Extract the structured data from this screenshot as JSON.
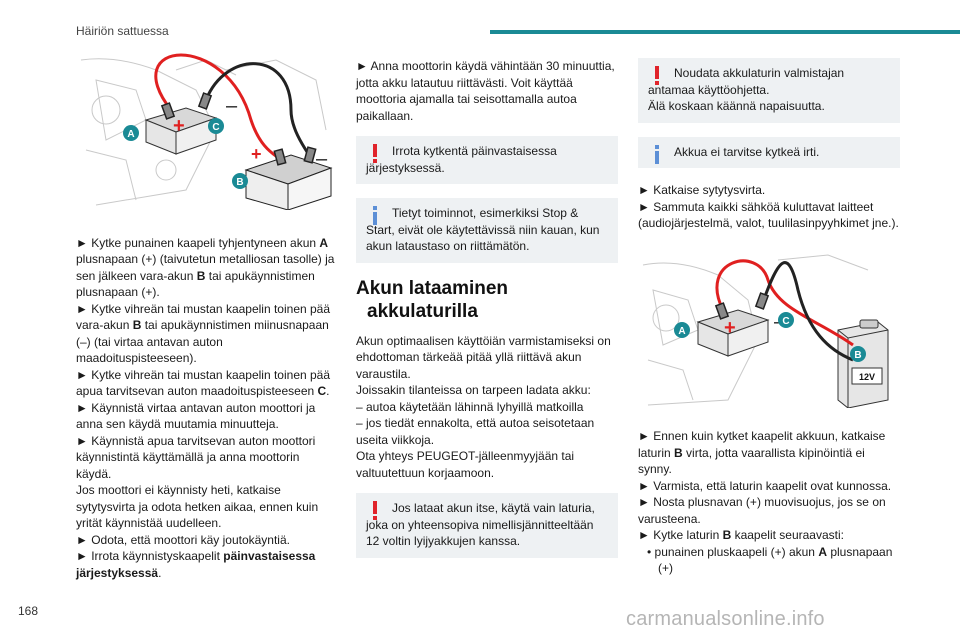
{
  "header": {
    "title": "Häiriön sattuessa",
    "accent": "#1a8a95"
  },
  "page_number": "168",
  "watermark": "carmanualsonline.info",
  "figure1": {
    "label_a": "A",
    "label_b": "B",
    "label_c": "C",
    "plus": "+",
    "minus": "–"
  },
  "figure2": {
    "label_a": "A",
    "label_b": "B",
    "label_c": "C",
    "plus": "+",
    "minus": "–",
    "charger_voltage": "12V"
  },
  "col1": {
    "s1_pre": "► Kytke punainen kaapeli tyhjentyneen akun ",
    "s1_b1": "A",
    "s1_mid": " plusnapaan (+) (taivutetun metalliosan tasolle) ja sen jälkeen vara-akun ",
    "s1_b2": "B",
    "s1_post": " tai apukäynnistimen plusnapaan (+).",
    "s2_pre": "► Kytke vihreän tai mustan kaapelin toinen pää vara-akun ",
    "s2_b": "B",
    "s2_post": " tai apukäynnistimen miinusnapaan (–) (tai virtaa antavan auton maadoituspisteeseen).",
    "s3_pre": "► Kytke vihreän tai mustan kaapelin toinen pää apua tarvitsevan auton maadoituspisteeseen ",
    "s3_b": "C",
    "s3_post": ".",
    "s4": "► Käynnistä virtaa antavan auton moottori ja anna sen käydä muutamia minuutteja.",
    "s5": "► Käynnistä apua tarvitsevan auton moottori käynnistintä käyttämällä ja anna moottorin käydä.",
    "s6": "Jos moottori ei käynnisty heti, katkaise sytytysvirta ja odota hetken aikaa, ennen kuin yrität käynnistää uudelleen.",
    "s7": "► Odota, että moottori käy joutokäyntiä.",
    "s8_pre": "► Irrota käynnistyskaapelit ",
    "s8_b": "päinvastaisessa järjestyksessä",
    "s8_post": "."
  },
  "col2": {
    "p1": "► Anna moottorin käydä vähintään 30 minuuttia, jotta akku latautuu riittävästi. Voit käyttää moottoria ajamalla tai seisottamalla autoa paikallaan.",
    "warn1": "Irrota kytkentä päinvastaisessa järjestyksessä.",
    "info1": "Tietyt toiminnot, esimerkiksi Stop & Start, eivät ole käytettävissä niin kauan, kun akun lataustaso on riittämätön.",
    "heading_l1": "Akun lataaminen",
    "heading_l2": "akkulaturilla",
    "p2": "Akun optimaalisen käyttöiän varmistamiseksi on ehdottoman tärkeää pitää yllä riittävä akun varaustila.",
    "p3": "Joissakin tilanteissa on tarpeen ladata akku:",
    "p4": "– autoa käytetään lähinnä lyhyillä matkoilla",
    "p5": "– jos tiedät ennakolta, että autoa seisotetaan useita viikkoja.",
    "p6": "Ota yhteys PEUGEOT-jälleenmyyjään tai valtuutettuun korjaamoon.",
    "warn2": "Jos lataat akun itse, käytä vain laturia, joka on yhteensopiva nimellisjännitteeltään 12 voltin lyijyakkujen kanssa."
  },
  "col3": {
    "warn3_a": "Noudata akkulaturin valmistajan antamaa käyttöohjetta.",
    "warn3_b": "Älä koskaan käännä napaisuutta.",
    "info2": "Akkua ei tarvitse kytkeä irti.",
    "p1": "► Katkaise sytytysvirta.",
    "p2": "► Sammuta kaikki sähköä kuluttavat laitteet (audiojärjestelmä, valot, tuulilasinpyyhkimet jne.).",
    "p3_pre": "► Ennen kuin kytket kaapelit akkuun, katkaise laturin ",
    "p3_b": "B",
    "p3_post": " virta, jotta vaarallista kipinöintiä ei synny.",
    "p4": "► Varmista, että laturin kaapelit ovat kunnossa.",
    "p5": "► Nosta plusnavan (+) muovisuojus, jos se on varusteena.",
    "p6_pre": "► Kytke laturin ",
    "p6_b": "B",
    "p6_post": " kaapelit seuraavasti:",
    "p7_pre": "• punainen pluskaapeli (+) akun ",
    "p7_b": "A",
    "p7_post": " plusnapaan (+)"
  }
}
